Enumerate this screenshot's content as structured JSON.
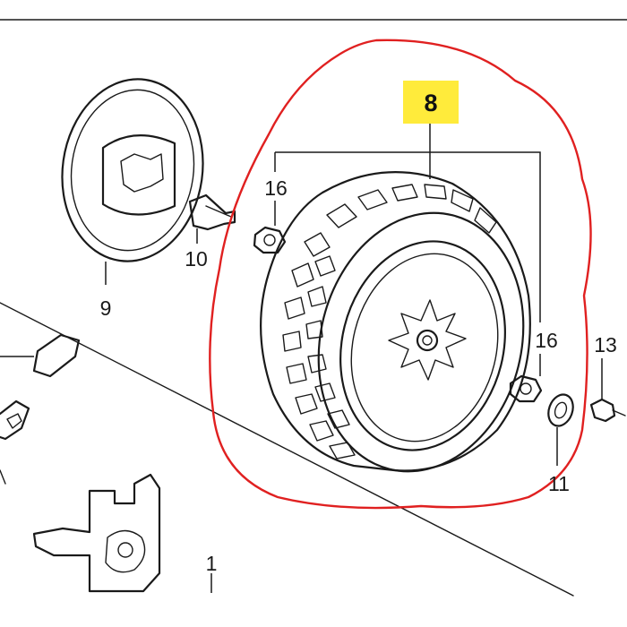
{
  "diagram": {
    "callouts": {
      "part_8": "8",
      "part_16_top": "16",
      "part_16_right": "16",
      "part_10": "10",
      "part_9": "9",
      "part_13": "13",
      "part_11": "11",
      "part_1": "1"
    },
    "highlight_color": "#ffeb3b",
    "circle_color": "#e02020",
    "ink_color": "#1a1a1a"
  }
}
